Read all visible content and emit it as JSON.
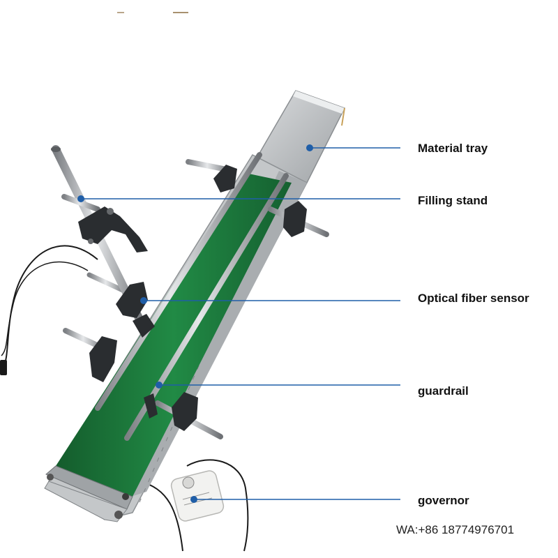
{
  "labels": {
    "material_tray": "Material tray",
    "filling_stand": "Filling stand",
    "optical_fiber_sensor": "Optical fiber sensor",
    "guardrail": "guardrail",
    "governor": "governor"
  },
  "contact": "WA:+86 18774976701",
  "colors": {
    "leader_line": "#1f5ea8",
    "belt": "#1e7a3c",
    "frame": "#b9bcbe",
    "clamp": "#2a2d30"
  }
}
